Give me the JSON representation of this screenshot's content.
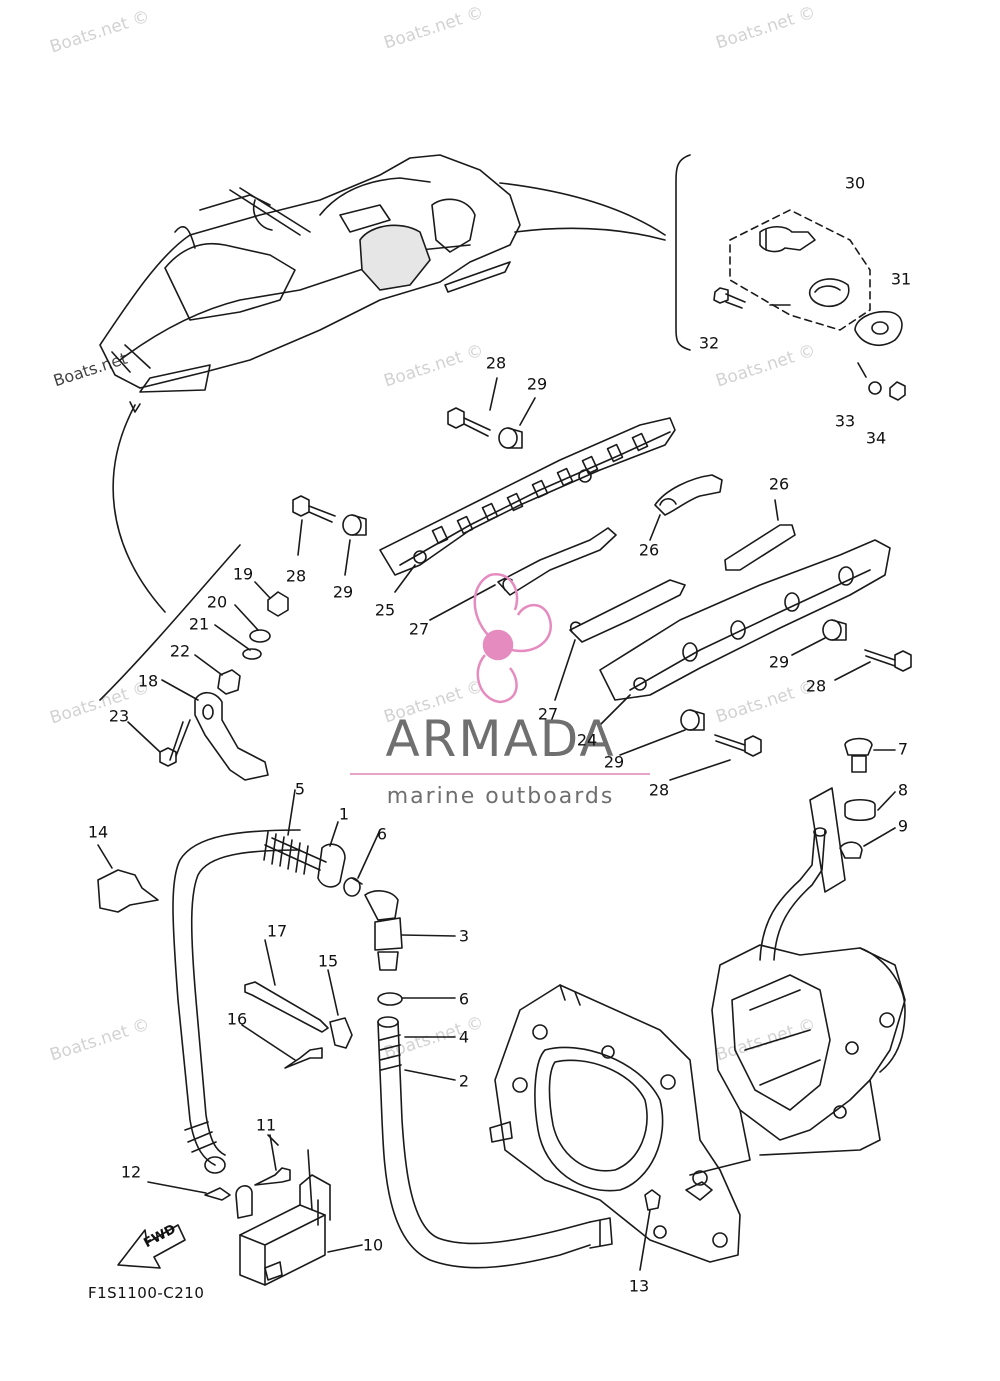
{
  "watermark": "Boats.net ©",
  "watermark_prefix": "Boats.net",
  "brand": {
    "name": "ARMADA",
    "tagline": "marine outboards",
    "accent_color": "#e58bbf",
    "text_color": "#6f6f6f"
  },
  "diagram_code": "F1S1100-C210",
  "fwd_label": "FWD",
  "callouts": {
    "c1": "1",
    "c2": "2",
    "c3": "3",
    "c4": "4",
    "c5": "5",
    "c6a": "6",
    "c6b": "6",
    "c7": "7",
    "c8": "8",
    "c9": "9",
    "c10": "10",
    "c11": "11",
    "c12": "12",
    "c13": "13",
    "c14": "14",
    "c15": "15",
    "c16": "16",
    "c17": "17",
    "c18": "18",
    "c19": "19",
    "c20": "20",
    "c21": "21",
    "c22": "22",
    "c23": "23",
    "c24": "24",
    "c25": "25",
    "c26a": "26",
    "c26b": "26",
    "c27a": "27",
    "c27b": "27",
    "c28a": "28",
    "c28b": "28",
    "c28c": "28",
    "c28d": "28",
    "c29a": "29",
    "c29b": "29",
    "c29c": "29",
    "c29d": "29",
    "c30": "30",
    "c31": "31",
    "c32": "32",
    "c33": "33",
    "c34": "34"
  }
}
